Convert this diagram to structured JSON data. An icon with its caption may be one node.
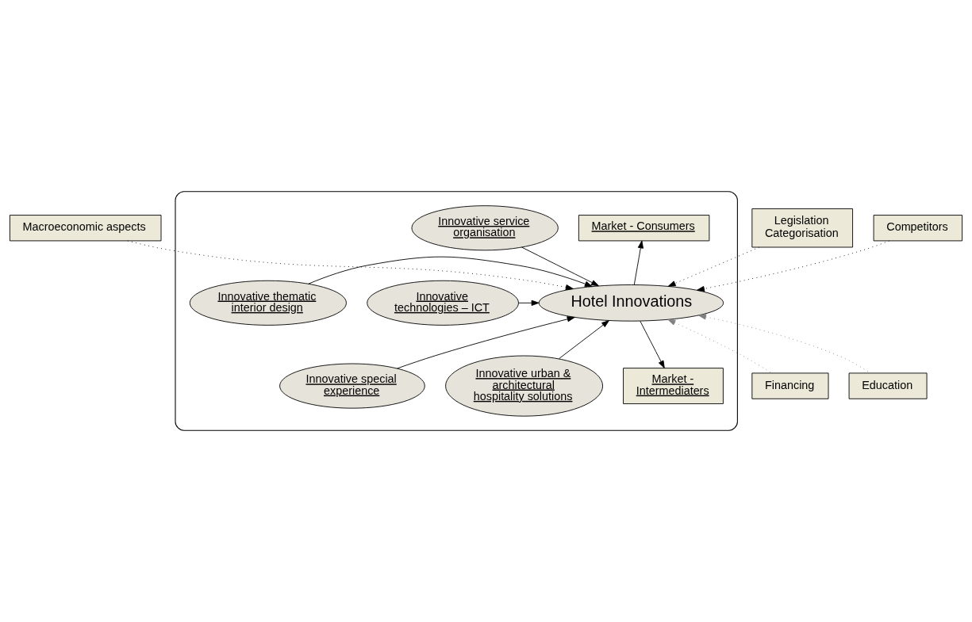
{
  "diagram": {
    "nodes": [
      {
        "text": [
          "Macroeconomic aspects"
        ]
      },
      {
        "text": [
          "Legislation",
          "Categorisation"
        ]
      },
      {
        "text": [
          "Competitors"
        ]
      },
      {
        "text": [],
        "shape": "ellipse"
      },
      {
        "text": [
          "Market - Consumers"
        ],
        "in": 3
      },
      {
        "text": [
          "Innovative service organisation"
        ],
        "in": 3
      },
      {
        "text": [
          "Innovative technologies – ICT"
        ],
        "in": 3
      },
      {
        "text": [
          "Hotel Innovations"
        ],
        "in": 3
      },
      {
        "text": [
          "Innovative thematic interior design"
        ],
        "in": 3
      },
      {
        "text": [
          "Innovative special experience"
        ],
        "in": 3
      },
      {
        "text": [
          "Innovative urban & architectural hospitality solutions"
        ],
        "in": 3
      },
      {
        "text": [
          "Market - Intermediaters"
        ],
        "in": 3
      },
      {
        "text": [
          "Financing"
        ]
      },
      {
        "text": [
          "Education"
        ]
      }
    ],
    "edges": [
      {
        "from": 7,
        "to": 4,
        "arrow": "to"
      },
      {
        "from": 5,
        "to": 7,
        "arrow": "to"
      },
      {
        "from": 6,
        "to": 7,
        "arrow": "to"
      },
      {
        "from": 8,
        "to": 7,
        "arrow": "to"
      },
      {
        "from": 9,
        "to": 7,
        "arrow": "to"
      },
      {
        "from": 10,
        "to": 7,
        "arrow": "to"
      },
      {
        "from": 7,
        "to": 11,
        "arrow": "to"
      },
      {
        "from": 2,
        "to": 7,
        "arrow": "to",
        "style": "dashed"
      },
      {
        "from": 0,
        "to": 7,
        "arrow": "to",
        "style": "dashed"
      },
      {
        "from": 1,
        "to": 7,
        "arrow": "to",
        "style": "dashed"
      },
      {
        "from": 13,
        "to": 7,
        "arrow": "to",
        "style": "dashed",
        "color": "#808080"
      },
      {
        "from": 12,
        "to": 7,
        "arrow": "to",
        "style": "dashed",
        "color": "#808080"
      }
    ]
  }
}
